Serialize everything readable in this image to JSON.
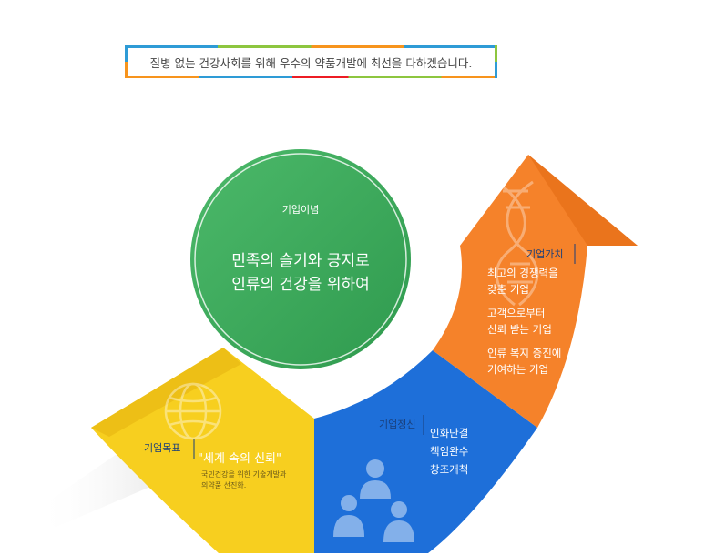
{
  "banner": {
    "text": "질병 없는 건강사회를 위해 우수의 약품개발에 최선을 다하겠습니다."
  },
  "philosophy": {
    "label": "기업이념",
    "line1": "민족의 슬기와 긍지로",
    "line2": "인류의 건강을 위하여"
  },
  "values": {
    "label": "기업가치",
    "items": [
      "최고의 경쟁력을",
      "갖춘 기업",
      "고객으로부터",
      "신뢰 받는 기업",
      "인류 복지 증진에",
      "기여하는 기업"
    ]
  },
  "spirit": {
    "label": "기업정신",
    "items": [
      "인화단결",
      "책임완수",
      "창조개척"
    ]
  },
  "goal": {
    "label": "기업목표",
    "main": "\"세계 속의 신뢰\"",
    "sub1": "국민건강을 위한 기술개발과",
    "sub2": "의약품 선진화."
  },
  "colors": {
    "green": "#3aa659",
    "orange": "#f5822a",
    "blue": "#1e6fd9",
    "yellow": "#f7cf1f",
    "label_blue": "#1a3f7a"
  },
  "icons": [
    "dna-icon",
    "globe-icon",
    "people-icon"
  ]
}
